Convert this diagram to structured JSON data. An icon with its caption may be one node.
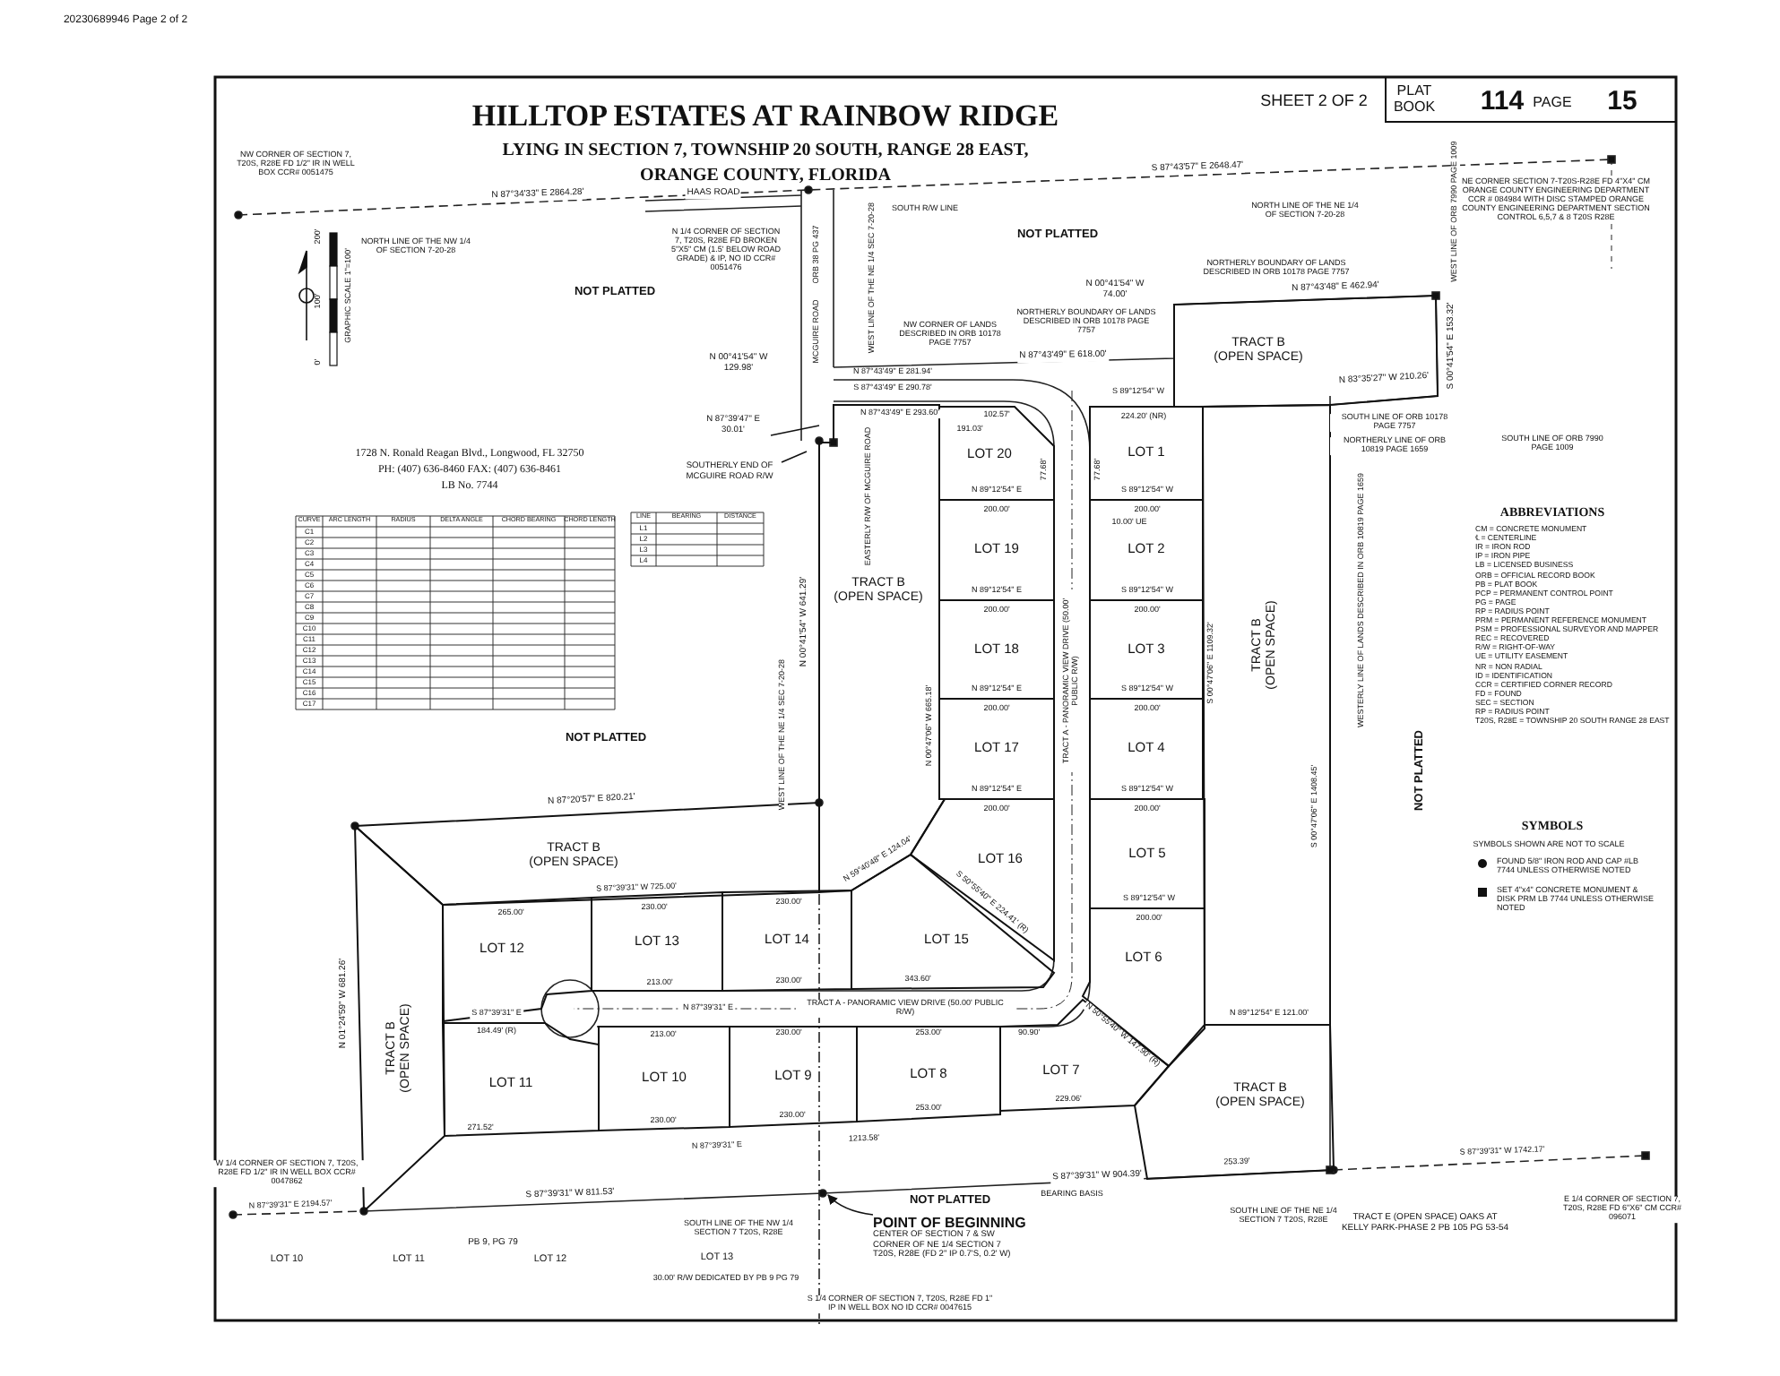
{
  "diagram": {
    "title": "HILLTOP ESTATES AT RAINBOW RIDGE",
    "nodes": [
      {
        "text": [
          "TRACT B (OPEN SPACE)"
        ]
      },
      {
        "text": [
          "LOT 1"
        ]
      },
      {
        "text": [
          "LOT 2"
        ]
      },
      {
        "text": [
          "LOT 3"
        ]
      },
      {
        "text": [
          "LOT 4"
        ]
      },
      {
        "text": [
          "LOT 5"
        ]
      },
      {
        "text": [
          "LOT 6"
        ]
      },
      {
        "text": [
          "LOT 20"
        ]
      },
      {
        "text": [
          "LOT 19"
        ]
      },
      {
        "text": [
          "LOT 18"
        ]
      },
      {
        "text": [
          "LOT 17"
        ]
      },
      {
        "text": [
          "LOT 16"
        ]
      },
      {
        "text": [
          "TRACT B (OPEN SPACE)"
        ]
      },
      {
        "text": [
          "TRACT B (OPEN SPACE)"
        ]
      },
      {
        "text": [
          "TRACT B (OPEN SPACE)"
        ]
      },
      {
        "text": [
          "TRACT B (OPEN SPACE)"
        ]
      },
      {
        "text": [
          "LOT 12"
        ]
      },
      {
        "text": [
          "LOT 13"
        ]
      },
      {
        "text": [
          "LOT 14"
        ]
      },
      {
        "text": [
          "LOT 15"
        ]
      },
      {
        "text": [
          "LOT 11"
        ]
      },
      {
        "text": [
          "LOT 10"
        ]
      },
      {
        "text": [
          "LOT 9"
        ]
      },
      {
        "text": [
          "LOT 8"
        ]
      },
      {
        "text": [
          "LOT 7"
        ]
      },
      {
        "text": [
          "TRACT B (OPEN SPACE)"
        ]
      },
      {
        "text": [
          "POINT OF BEGINNING",
          "CENTER OF SECTION 7 & SW CORNER OF NE 1/4 SECTION 7 T20S, R28E (FD 2\" IP 0.7'S, 0.2' W)"
        ]
      },
      {
        "text": [
          "N 87°39'47\" E 30.01'"
        ]
      },
      {
        "text": [
          "SOUTHERLY END OF MCGUIRE ROAD R/W"
        ]
      }
    ],
    "edges": [
      {
        "from": 26,
        "to": null,
        "arrow": "to"
      },
      {
        "from": 27,
        "to": 12,
        "arrow": "none"
      },
      {
        "from": 28,
        "to": null,
        "arrow": "none"
      }
    ],
    "labels": [
      "20230689946 Page 2 of 2",
      "LYING IN SECTION 7, TOWNSHIP 20 SOUTH, RANGE 28 EAST,",
      "ORANGE COUNTY, FLORIDA",
      "SHEET 2 OF 2",
      "PLAT BOOK",
      "114",
      "PAGE",
      "15",
      "NW CORNER OF SECTION 7, T20S, R28E FD 1/2\" IR IN WELL BOX CCR# 0051475",
      "N 87°34'33\" E 2864.28'",
      "NORTH LINE OF THE NW 1/4 OF SECTION 7-20-28",
      "HAAS ROAD",
      "N 1/4 CORNER OF SECTION 7, T20S, R28E FD BROKEN 5\"X5\" CM (1.5' BELOW ROAD GRADE) & IP, NO ID CCR# 0051476",
      "SOUTH R/W LINE",
      "S 87°43'57\" E 2648.47'",
      "NORTH LINE OF THE NE 1/4 OF SECTION 7-20-28",
      "NE CORNER SECTION 7-T20S-R28E FD 4\"X4\" CM ORANGE COUNTY ENGINEERING DEPARTMENT CCR # 084984 WITH DISC STAMPED ORANGE COUNTY ENGINEERING DEPARTMENT SECTION CONTROL 6,5,7 & 8 T20S R28E",
      "NOT PLATTED",
      "NOT PLATTED",
      "WEST LINE OF THE NE 1/4 SEC 7-20-28",
      "ORB 38 PG 437",
      "MCGUIRE ROAD",
      "NORTHERLY BOUNDARY OF LANDS DESCRIBED IN ORB 10178 PAGE 7757",
      "N 00°41'54\" W 74.00'",
      "N 87°43'48\" E 462.94'",
      "WEST LINE OF ORB 7990 PAGE 1009",
      "S 00°41'54\" E 153.32'",
      "N 83°35'27\" W 210.26'",
      "SOUTH LINE OF ORB 10178 PAGE 7757",
      "NORTHERLY LINE OF ORB 10819 PAGE 1659",
      "SOUTH LINE OF ORB 7990 PAGE 1009",
      "NORTHERLY BOUNDARY OF LANDS DESCRIBED IN ORB 10178 PAGE 7757",
      "NW CORNER OF LANDS DESCRIBED IN ORB 10178 PAGE 7757",
      "N 87°43'49\" E 618.00'",
      "N 00°41'54\" W 129.98'",
      "N 87°43'49\" E 281.94'",
      "S 87°43'49\" E 290.78'",
      "N 87°43'49\" E 293.60'",
      "191.03'",
      "102.57'",
      "S 89°12'54\" W",
      "224.20' (NR)",
      "N 89°12'54\" E",
      "200.00'",
      "S 89°12'54\" W",
      "200.00'",
      "N 89°12'54\" E",
      "200.00'",
      "S 89°12'54\" W",
      "200.00'",
      "N 89°12'54\" E",
      "200.00'",
      "S 89°12'54\" W",
      "200.00'",
      "N 89°12'54\" E",
      "200.00'",
      "S 89°12'54\" W",
      "200.00'",
      "S 89°12'54\" W",
      "200.00'",
      "10.00' UE",
      "77.68'",
      "77.68'",
      "TRACT A - PANORAMIC VIEW DRIVE (50.00' PUBLIC R/W)",
      "N 00°47'06\" W 665.18'",
      "S 00°47'06\" E 1109.32'",
      "WESTERLY LINE OF LANDS DESCRIBED IN ORB 10819 PAGE 1659",
      "S 00°47'06\" E 1408.45'",
      "NOT PLATTED",
      "EASTERLY R/W OF MCGUIRE ROAD",
      "N 00°41'54\" W 641.29'",
      "WEST LINE OF THE NE 1/4 SEC 7-20-28",
      "NOT PLATTED",
      "N 87°20'57\" E 820.21'",
      "N 01°24'59\" W 681.26'",
      "S 87°39'31\" W 725.00'",
      "265.00'",
      "230.00'",
      "230.00'",
      "N 59°40'48\" E 124.04'",
      "S 50°55'40\" E 224.41' (R)",
      "213.00'",
      "230.00'",
      "343.60'",
      "S 87°39'31\" E",
      "184.49' (R)",
      "TRACT A - PANORAMIC VIEW DRIVE (50.00' PUBLIC R/W)",
      "N 87°39'31\" E",
      "213.00'",
      "230.00'",
      "253.00'",
      "90.90'",
      "271.52'",
      "230.00'",
      "230.00'",
      "253.00'",
      "229.06'",
      "N 87°39'31\" E",
      "1213.58'",
      "N 50°55'40\" W 147.90' (R)",
      "N 89°12'54\" E 121.00'",
      "W 1/4 CORNER OF SECTION 7, T20S, R28E FD 1/2\" IR IN WELL BOX CCR# 0047862",
      "N 87°39'31\" E 2194.57'",
      "S 87°39'31\" W 811.53'",
      "PB 9, PG 79",
      "SOUTH LINE OF THE NW 1/4 SECTION 7 T20S, R28E",
      "LOT 13",
      "30.00' R/W DEDICATED BY PB 9 PG 79",
      "S 1/4 CORNER OF SECTION 7, T20S, R28E FD 1\" IP IN WELL BOX NO ID CCR# 0047615",
      "NOT PLATTED",
      "S 87°39'31\" W 904.39'",
      "BEARING BASIS",
      "253.39'",
      "SOUTH LINE OF THE NE 1/4 SECTION 7 T20S, R28E",
      "S 87°39'31\" W 1742.17'",
      "E 1/4 CORNER OF SECTION 7, T20S, R28E FD 6\"X6\" CM CCR# 096071",
      "TRACT E (OPEN SPACE) OAKS AT KELLY PARK-PHASE 2 PB 105 PG 53-54",
      "LOT 10",
      "LOT 11",
      "LOT 12",
      "1728 N. Ronald Reagan Blvd., Longwood, FL 32750",
      "PH: (407) 636-8460 FAX: (407) 636-8461",
      "LB No. 7744",
      "GRAPHIC SCALE 1\"=100'",
      "200'",
      "100'",
      "0'",
      "ABBREVIATIONS",
      "CM = CONCRETE MONUMENT",
      "℄ = CENTERLINE",
      "IR = IRON ROD",
      "IP = IRON PIPE",
      "LB = LICENSED BUSINESS",
      "ORB = OFFICIAL RECORD BOOK",
      "PB = PLAT BOOK",
      "PCP = PERMANENT CONTROL POINT",
      "PG = PAGE",
      "RP = RADIUS POINT",
      "PRM = PERMANENT REFERENCE MONUMENT",
      "PSM = PROFESSIONAL SURVEYOR AND MAPPER",
      "REC = RECOVERED",
      "R/W = RIGHT-OF-WAY",
      "UE = UTILITY EASEMENT",
      "NR = NON RADIAL",
      "ID = IDENTIFICATION",
      "CCR = CERTIFIED CORNER RECORD",
      "FD = FOUND",
      "SEC = SECTION",
      "RP = RADIUS POINT",
      "T20S, R28E = TOWNSHIP 20 SOUTH RANGE 28 EAST",
      "SYMBOLS",
      "SYMBOLS SHOWN ARE NOT TO SCALE",
      "CURVE",
      "ARC LENGTH",
      "RADIUS",
      "DELTA ANGLE",
      "CHORD BEARING",
      "CHORD LENGTH",
      "C1",
      "C2",
      "C3",
      "C4",
      "C5",
      "C6",
      "C7",
      "C8",
      "C9",
      "C10",
      "C11",
      "C12",
      "C13",
      "C14",
      "C15",
      "C16",
      "C17",
      "LINE",
      "BEARING",
      "DISTANCE",
      "L1",
      "L2",
      "L3",
      "L4"
    ],
    "legend": [
      {
        "text": "FOUND 5/8\" IRON ROD AND CAP #LB 7744 UNLESS OTHERWISE NOTED"
      },
      {
        "text": "SET 4\"x4\" CONCRETE MONUMENT & DISK PRM LB 7744 UNLESS OTHERWISE NOTED"
      }
    ]
  }
}
